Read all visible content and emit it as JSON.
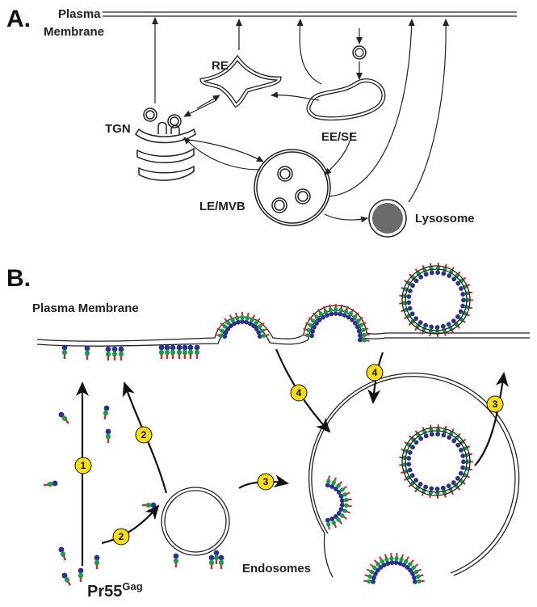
{
  "panel_a": {
    "letter": "A.",
    "plasma": "Plasma",
    "membrane": "Membrane",
    "re": "RE",
    "tgn": "TGN",
    "ee_se": "EE/SE",
    "le_mvb": "LE/MVB",
    "lysosome": "Lysosome"
  },
  "panel_b": {
    "letter": "B.",
    "plasma_membrane": "Plasma Membrane",
    "endosomes": "Endosomes",
    "pr55": "Pr55",
    "gag": "Gag",
    "steps": [
      "1",
      "2",
      "2",
      "3",
      "3",
      "4",
      "4"
    ]
  },
  "colors": {
    "blue": "#2b2f8f",
    "green": "#1f9a4a",
    "red": "#d8262b",
    "badge": "#f7dc16",
    "lysosome": "#6b6b6b"
  }
}
